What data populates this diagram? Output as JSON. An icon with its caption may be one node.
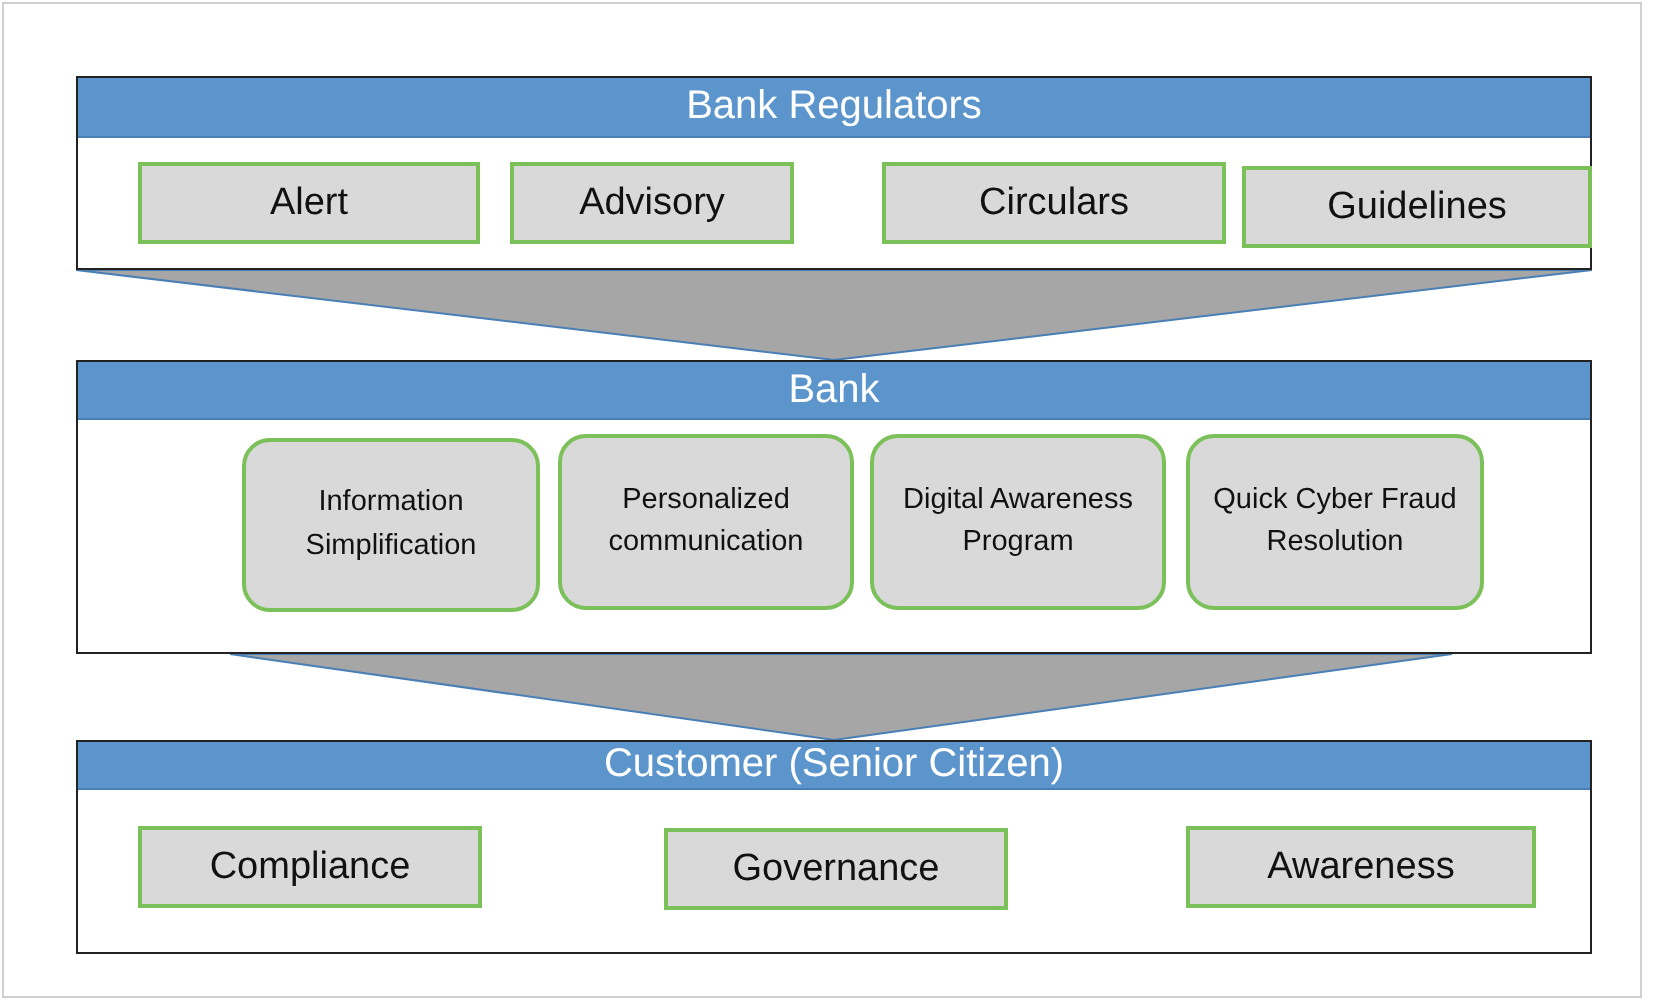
{
  "diagram": {
    "nodes": [
      {
        "text": [
          "Bank Regulators"
        ]
      },
      {
        "text": [
          "Alert"
        ],
        "in": 0
      },
      {
        "text": [
          "Advisory"
        ],
        "in": 0
      },
      {
        "text": [
          "Circulars"
        ],
        "in": 0
      },
      {
        "text": [
          "Guidelines"
        ],
        "in": 0
      },
      {
        "text": [
          "Bank"
        ]
      },
      {
        "text": [
          "Information Simplification"
        ],
        "in": 5
      },
      {
        "text": [
          "Personalized communication"
        ],
        "in": 5
      },
      {
        "text": [
          "Digital Awareness Program"
        ],
        "in": 5
      },
      {
        "text": [
          "Quick Cyber Fraud Resolution"
        ],
        "in": 5
      },
      {
        "text": [
          "Customer (Senior Citizen)"
        ]
      },
      {
        "text": [
          "Compliance"
        ],
        "in": 10
      },
      {
        "text": [
          "Governance"
        ],
        "in": 10
      },
      {
        "text": [
          "Awareness"
        ],
        "in": 10
      }
    ],
    "edges": [
      {
        "from": 0,
        "to": 5,
        "arrow": "to"
      },
      {
        "from": 5,
        "to": 10,
        "arrow": "to"
      }
    ]
  }
}
